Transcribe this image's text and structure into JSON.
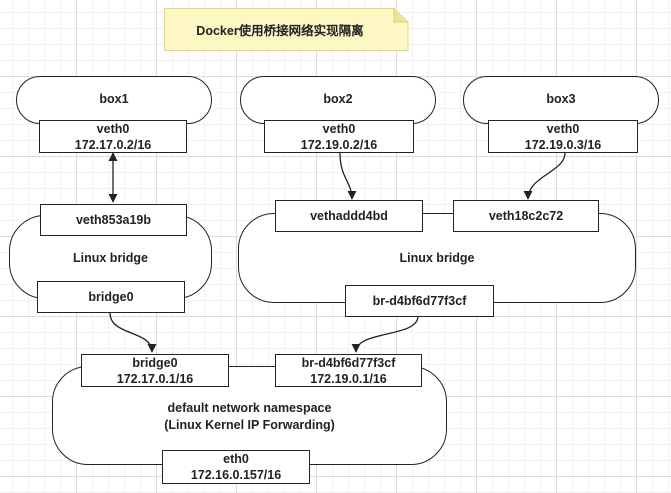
{
  "title": "Docker使用桥接网络实现隔离",
  "box1": {
    "label": "box1",
    "veth_name": "veth0",
    "veth_ip": "172.17.0.2/16"
  },
  "box2": {
    "label": "box2",
    "veth_name": "veth0",
    "veth_ip": "172.19.0.2/16"
  },
  "box3": {
    "label": "box3",
    "veth_name": "veth0",
    "veth_ip": "172.19.0.3/16"
  },
  "bridge_left": {
    "label": "Linux bridge",
    "veth": "veth853a19b",
    "bridge_name": "bridge0"
  },
  "bridge_right": {
    "label": "Linux bridge",
    "veth_a": "vethaddd4bd",
    "veth_b": "veth18c2c72",
    "bridge_name": "br-d4bf6d77f3cf"
  },
  "host": {
    "label_line1": "default network namespace",
    "label_line2": "(Linux Kernel IP Forwarding)",
    "if_bridge0_name": "bridge0",
    "if_bridge0_ip": "172.17.0.1/16",
    "if_br_name": "br-d4bf6d77f3cf",
    "if_br_ip": "172.19.0.1/16",
    "eth0_name": "eth0",
    "eth0_ip": "172.16.0.157/16"
  },
  "colors": {
    "note_fill": "#fdf7c3",
    "grid_major": "#dcdcdc",
    "grid_minor": "#f1f1f1",
    "stroke": "#222222"
  }
}
